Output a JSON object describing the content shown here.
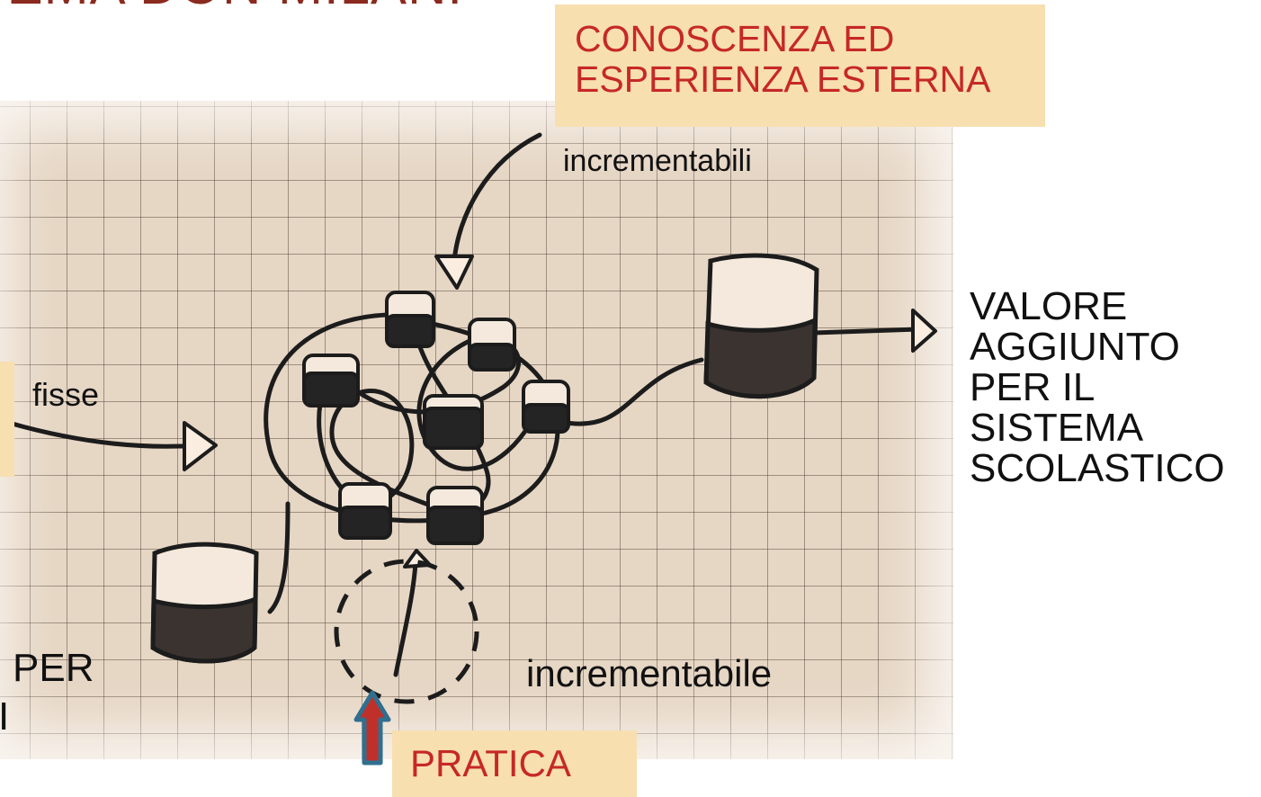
{
  "slide": {
    "title": "TEMA DON MILANI"
  },
  "labels": {
    "conoscenza": "CONOSCENZA ED ESPERIENZA ESTERNA",
    "incrementabili": "incrementabili",
    "fisse": "fisse",
    "valore": "VALORE AGGIUNTO PER IL SISTEMA SCOLASTICO",
    "per": "PER",
    "i": "I",
    "incrementabile": "incrementabile",
    "pratica": "PRATICA"
  },
  "colors": {
    "accent_red": "#c62828",
    "title_brown": "#8b2a1e",
    "label_box": "#f7dfb0",
    "paper": "#e6d6c4",
    "ink": "#1a1a1a",
    "arrow_blue": "#2f6f8f",
    "arrow_red": "#c0302b"
  }
}
